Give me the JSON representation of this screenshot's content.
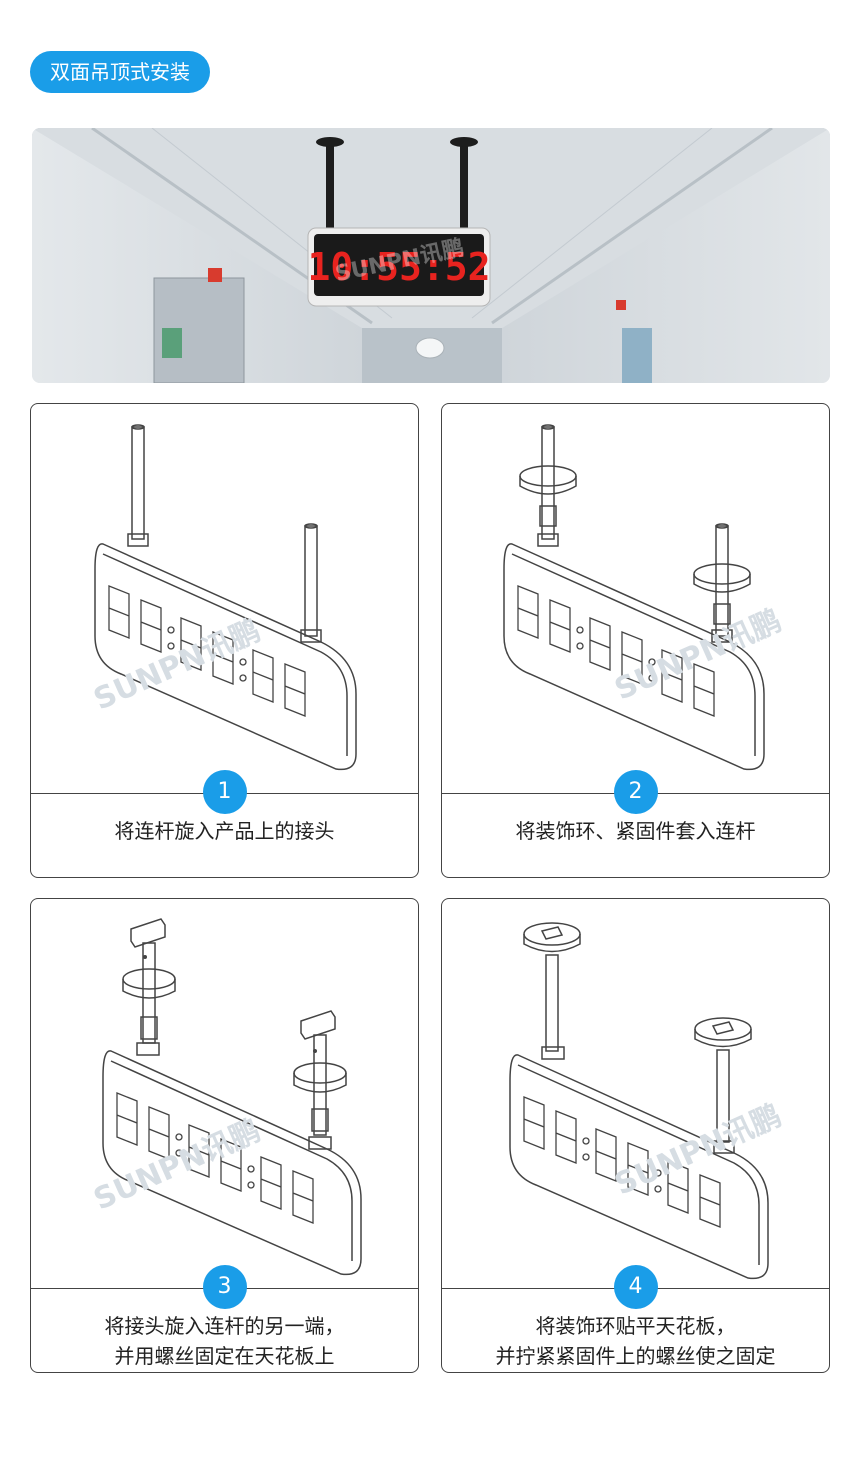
{
  "header": {
    "title": "双面吊顶式安装"
  },
  "photo": {
    "clock_time": "10:55:52",
    "watermark": "SUNPN讯鹏",
    "display_color": "#e8231f"
  },
  "steps": [
    {
      "number": "1",
      "caption_lines": [
        "将连杆旋入产品上的接头"
      ]
    },
    {
      "number": "2",
      "caption_lines": [
        "将装饰环、紧固件套入连杆"
      ]
    },
    {
      "number": "3",
      "caption_lines": [
        "将接头旋入连杆的另一端，",
        "并用螺丝固定在天花板上"
      ]
    },
    {
      "number": "4",
      "caption_lines": [
        "将装饰环贴平天花板，",
        "并拧紧紧固件上的螺丝使之固定"
      ]
    }
  ],
  "theme": {
    "accent": "#1a9de8",
    "line": "#444444"
  },
  "illustration": {
    "digits_display": "88:88:88",
    "watermark": "SUNPN讯鹏"
  }
}
